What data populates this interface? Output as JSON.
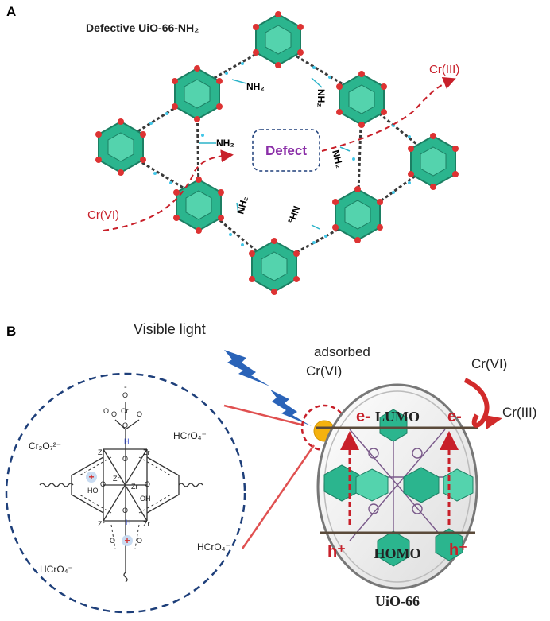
{
  "panel_a": {
    "label": "A",
    "title": "Defective UiO-66-NH₂",
    "nh2": "NH₂",
    "defect": "Defect",
    "cr_in": "Cr(VI)",
    "cr_out": "Cr(III)"
  },
  "panel_b": {
    "label": "B",
    "light": "Visible light",
    "adsorbed_1": "adsorbed",
    "adsorbed_2": "Cr(VI)",
    "cr_vi": "Cr(VI)",
    "cr_iii": "Cr(III)",
    "electron": "e-",
    "lumo": "LUMO",
    "homo": "HOMO",
    "hole": "h⁺",
    "material": "UiO-66",
    "inset": {
      "cr2o7": "Cr₂O₇²⁻",
      "hcro4": "HCrO₄⁻",
      "zr": "Zr",
      "o": "O",
      "h": "H",
      "ho": "HO",
      "oh": "OH",
      "cr": "Cr",
      "minus": "-",
      "plus": "+"
    }
  },
  "colors": {
    "cluster": "#2bb58e",
    "defect_text": "#8b2fa8",
    "red_arrow": "#c8202a",
    "navy": "#1e3f7a",
    "band": "#5a4a3a",
    "bolt": "#2a63b8"
  }
}
